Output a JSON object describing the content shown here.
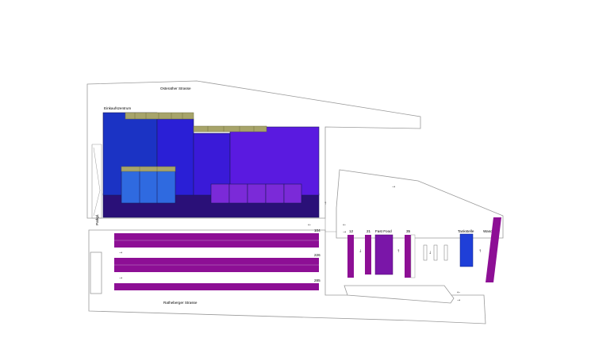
{
  "labels": {
    "street_top": "Osterather Strasse",
    "street_bottom": "Ratheberger Strasse",
    "shopping_center": "Einkaufszentrum",
    "parking": "Parkpl.",
    "row_1": "104",
    "row_2": "226",
    "row_3": "285",
    "lot_12": "12",
    "lot_21": "21",
    "fast_food": "Fast Food",
    "lot_35": "35",
    "gas_station": "Tankstelle",
    "wash": "Wasch"
  },
  "colors": {
    "mall_dark": "#1b33c4",
    "mall_blue": "#2a1fd6",
    "mall_violet": "#5a1ae0",
    "mall_light": "#2f6ae0",
    "mall_base": "#2a1078",
    "shop_violet": "#7b2ad8",
    "parking_purple": "#8d0f95",
    "roof_olive": "#a7a46a",
    "gas_blue": "#1f3fd8",
    "fast_food": "#7a16a8"
  }
}
